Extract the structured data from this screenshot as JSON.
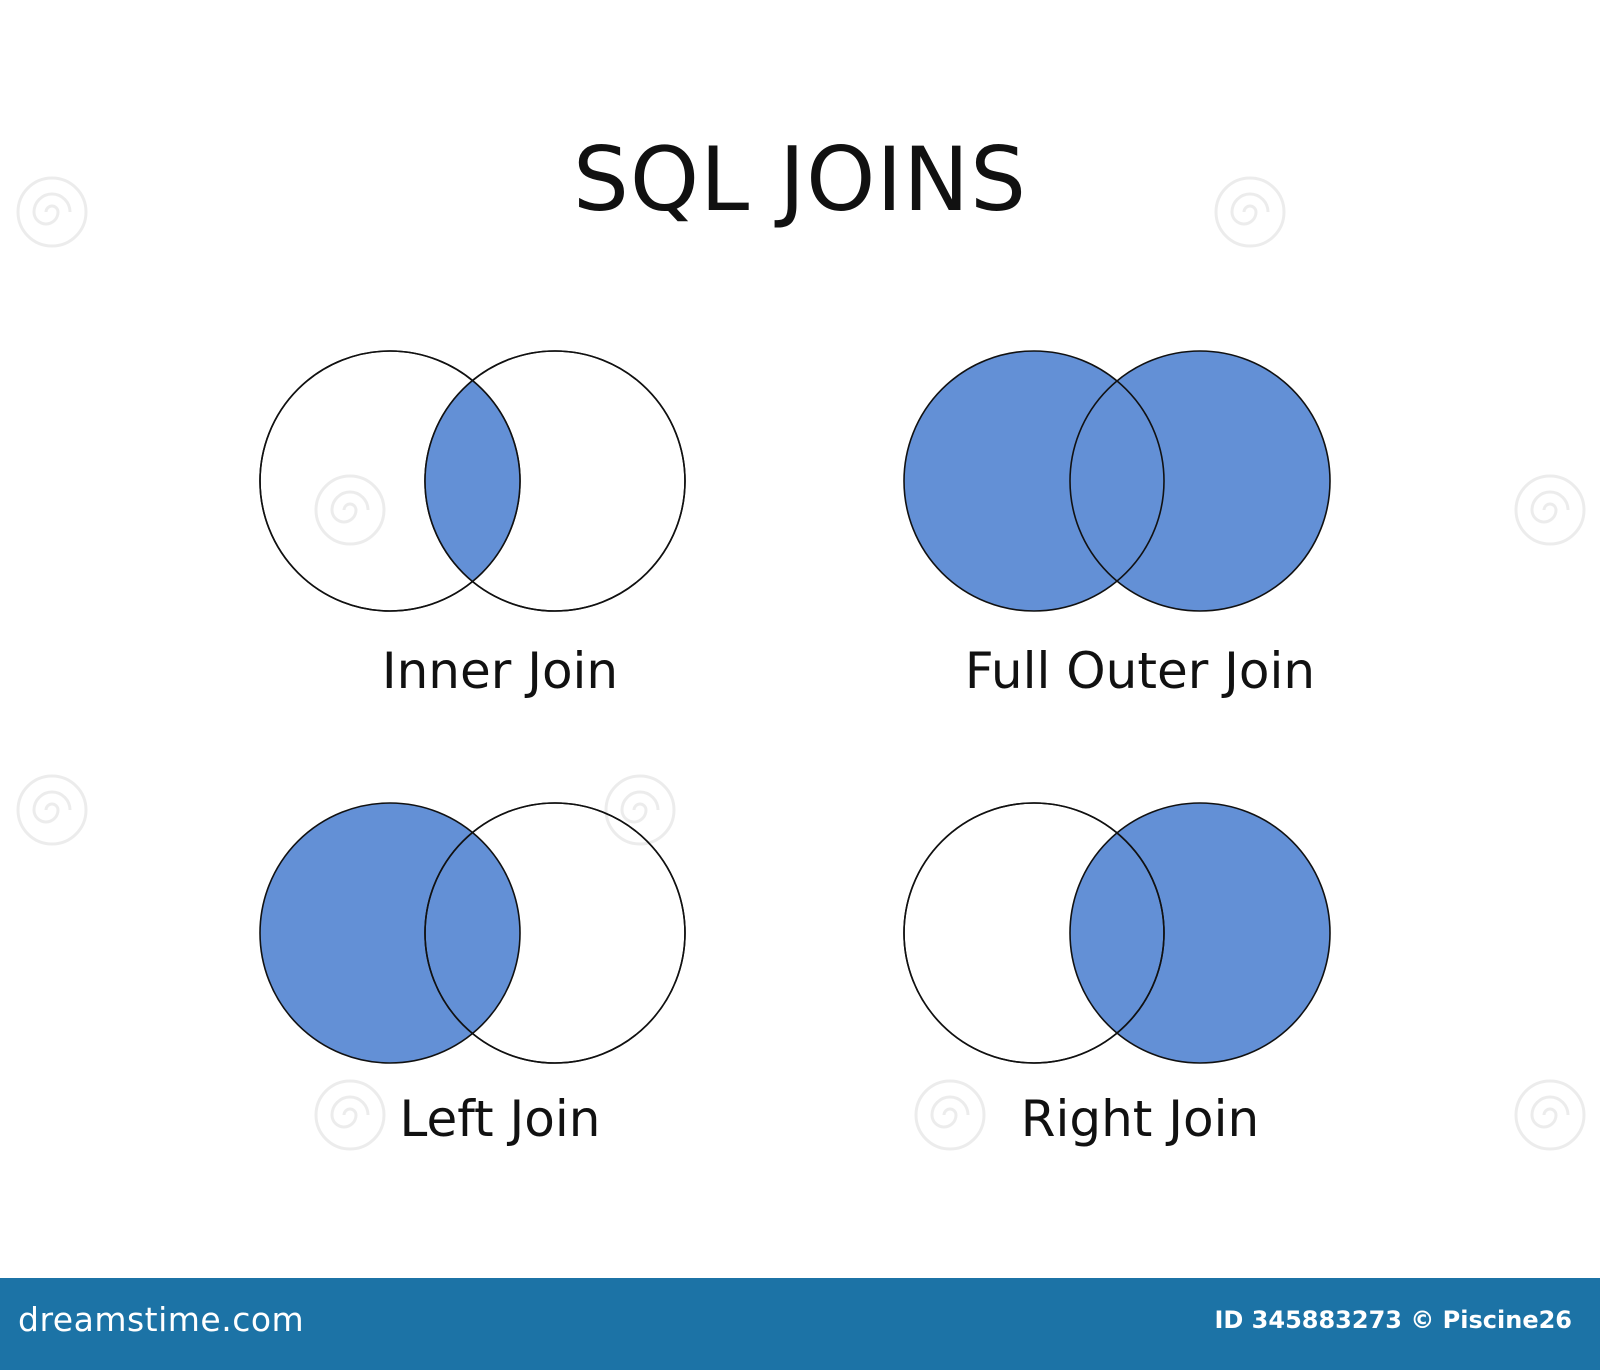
{
  "title": "SQL JOINS",
  "colors": {
    "fill": "#6390d6",
    "stroke": "#111111",
    "background": "#ffffff",
    "footer": "#1c73a6"
  },
  "panels": [
    {
      "label": "Inner Join",
      "fill": "intersection"
    },
    {
      "label": "Full Outer Join",
      "fill": "both"
    },
    {
      "label": "Left Join",
      "fill": "left"
    },
    {
      "label": "Right Join",
      "fill": "right"
    }
  ],
  "watermark": {
    "brand": "dreamstime.com",
    "credit": "ID 345883273 © Piscine26",
    "icon": "spiral-logo-icon"
  }
}
